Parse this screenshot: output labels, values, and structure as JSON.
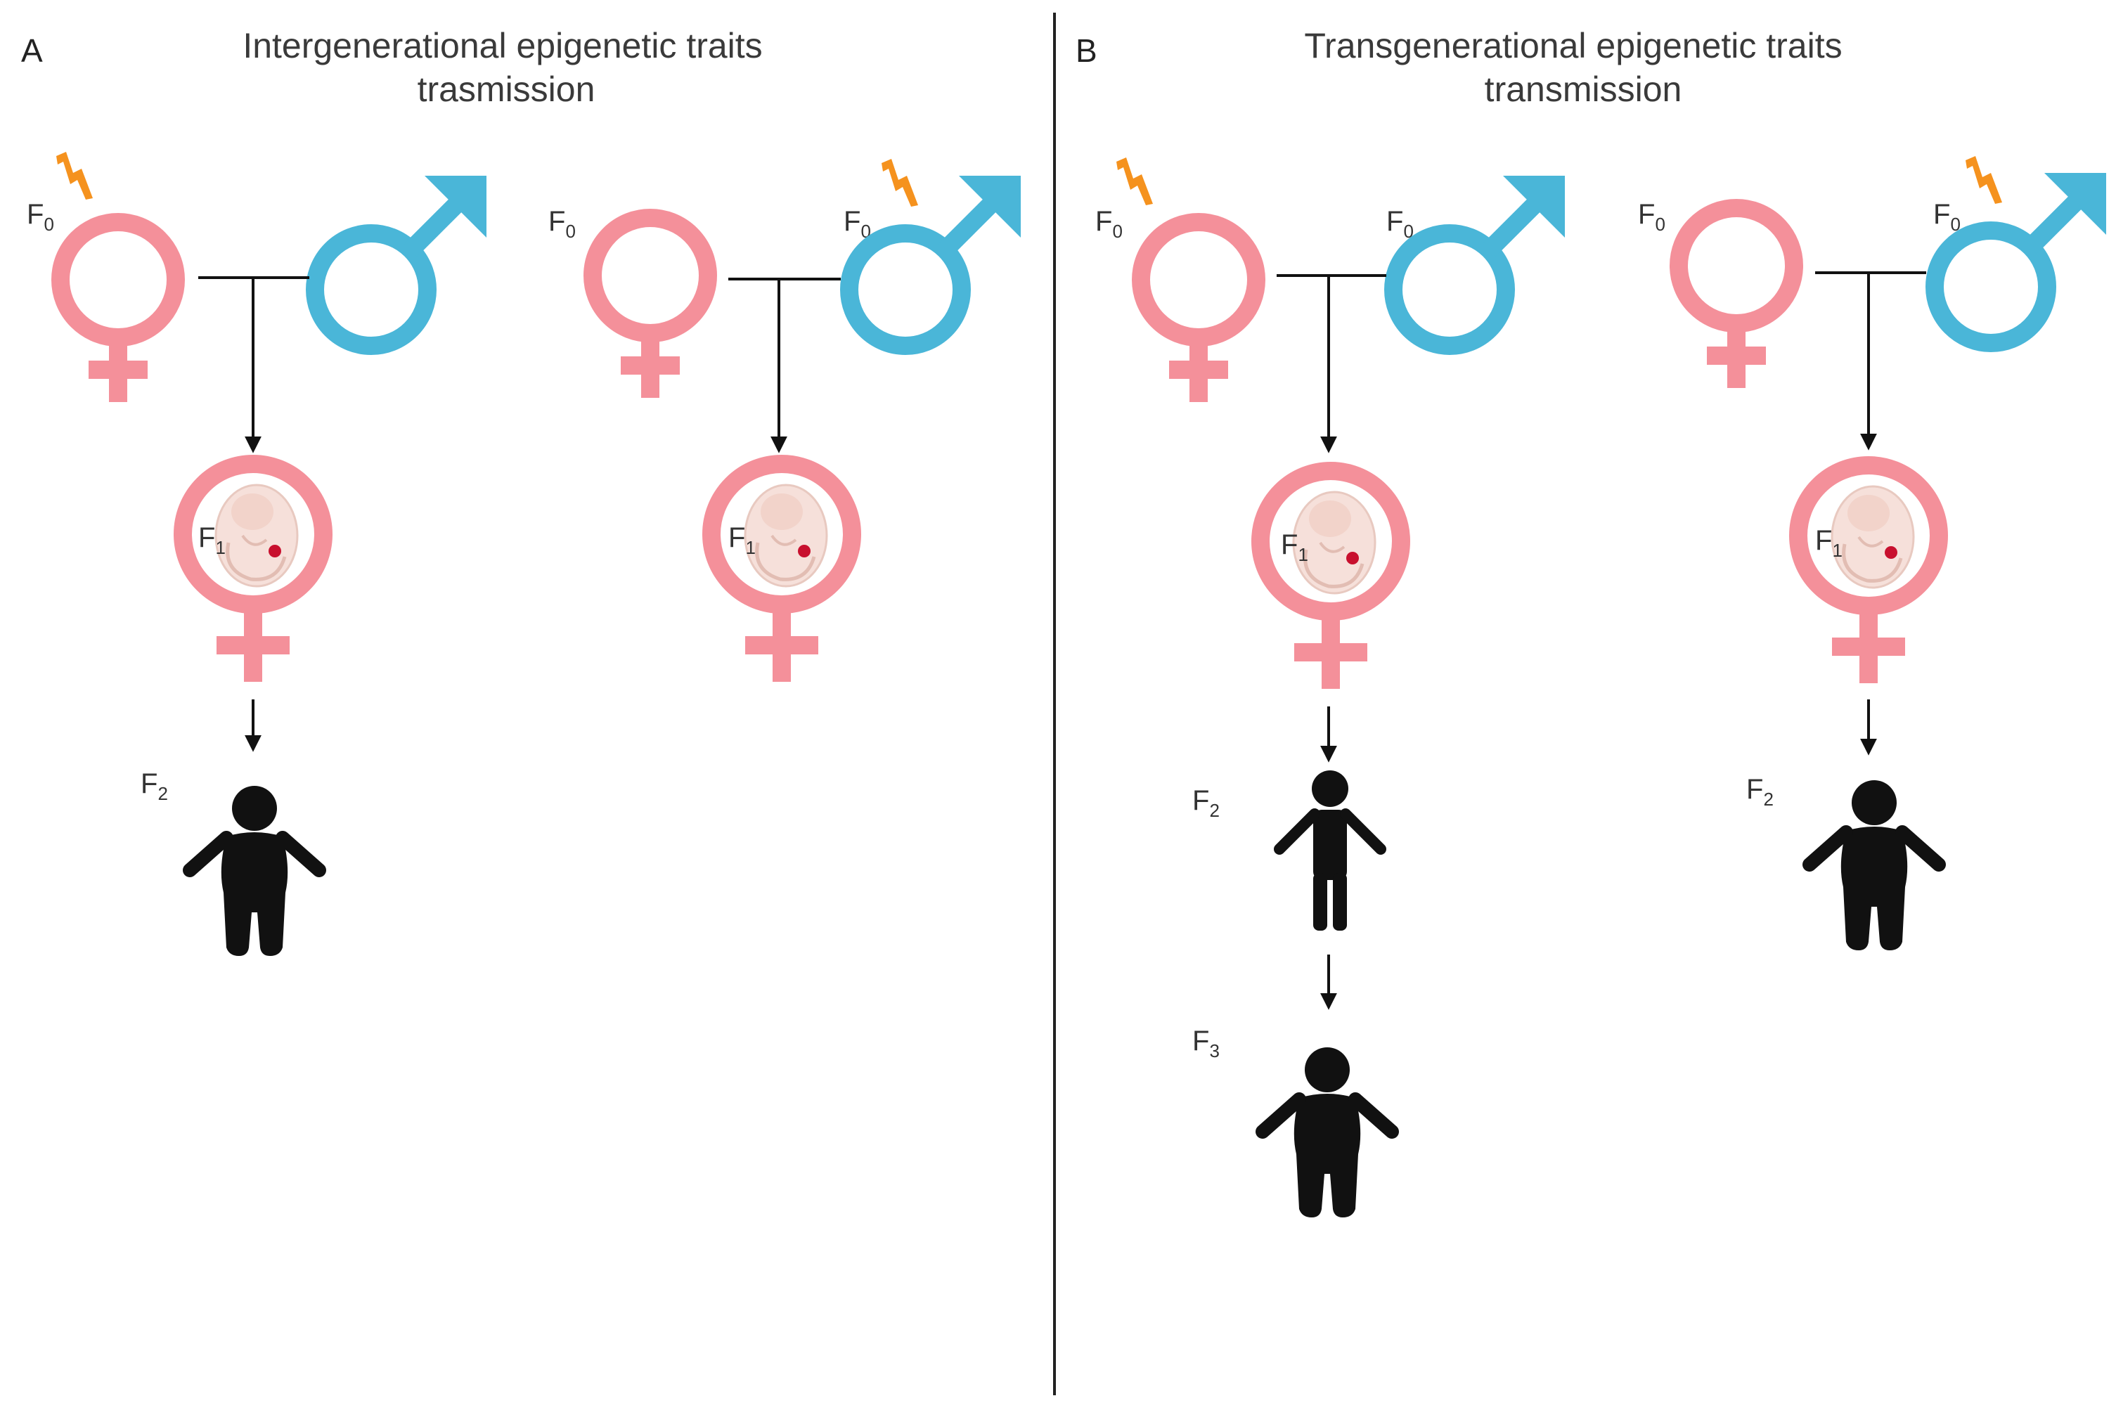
{
  "panels": [
    {
      "letter": "A",
      "title_line1": "Intergenerational epigenetic traits",
      "title_line2": "trasmission"
    },
    {
      "letter": "B",
      "title_line1": "Transgenerational epigenetic traits",
      "title_line2": "transmission"
    }
  ],
  "labels": {
    "F": "F",
    "g0": "0",
    "g1": "1",
    "g2": "2",
    "g3": "3"
  },
  "colors": {
    "female": "#f4909a",
    "male": "#4ab6d8",
    "exposure": "#f5921e",
    "figure": "#111111",
    "fetus": "#f6e0da"
  },
  "icons": {
    "exposure": "lightning-icon",
    "female": "female-symbol-icon",
    "male": "male-symbol-icon",
    "fetus": "fetus-icon",
    "child": "child-figure-icon"
  }
}
